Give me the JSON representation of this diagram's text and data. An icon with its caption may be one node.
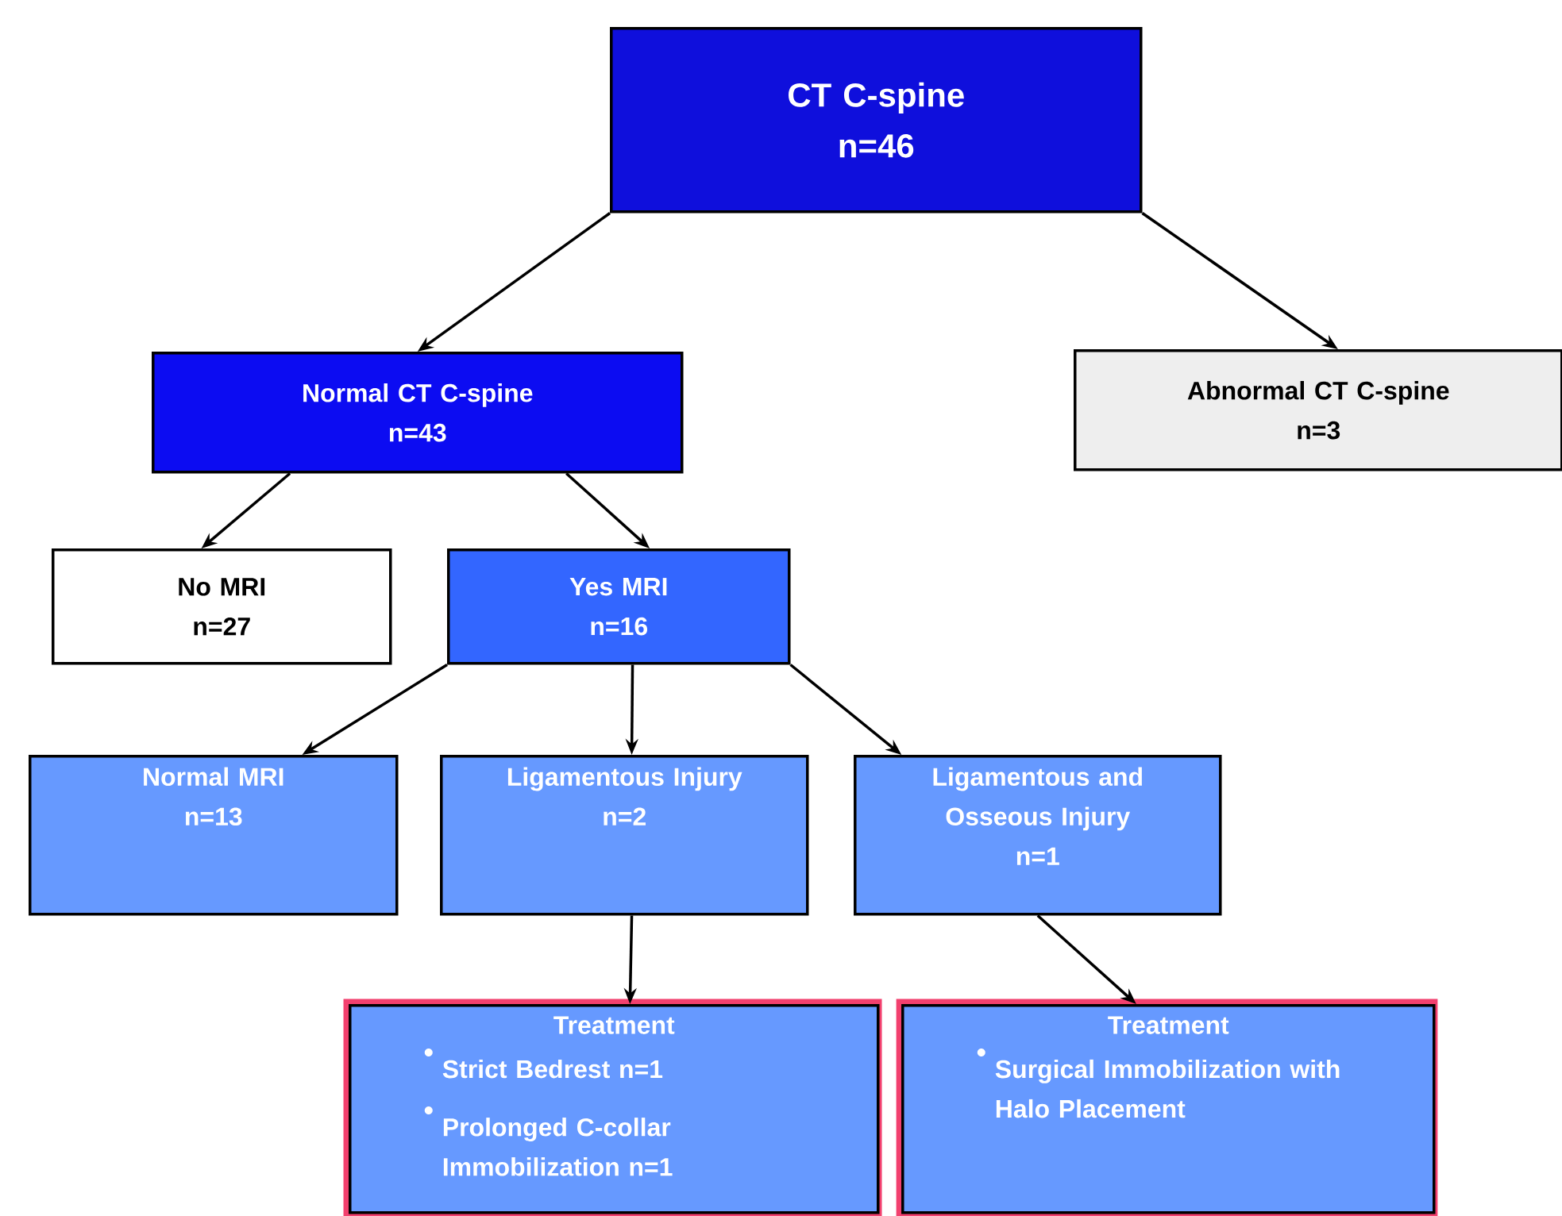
{
  "diagram": {
    "nodes": [
      {
        "text": [
          "CT C-spine",
          "n=46"
        ]
      },
      {
        "text": [
          "Normal CT C-spine",
          "n=43"
        ]
      },
      {
        "text": [
          "Abnormal CT C-spine",
          "n=3"
        ]
      },
      {
        "text": [
          "No MRI",
          "n=27"
        ]
      },
      {
        "text": [
          "Yes MRI",
          "n=16"
        ]
      },
      {
        "text": [
          "Normal MRI",
          "n=13"
        ]
      },
      {
        "text": [
          "Ligamentous Injury",
          "n=2"
        ]
      },
      {
        "text": [
          "Ligamentous and Osseous Injury",
          "n=1"
        ]
      },
      {
        "text": [
          "Treatment",
          "Strict Bedrest n=1",
          "Prolonged C-collar Immobilization n=1"
        ]
      },
      {
        "text": [
          "Treatment",
          "Surgical Immobilization with Halo Placement"
        ]
      }
    ],
    "edges": [
      {
        "from": 0,
        "to": 1,
        "arrow": "to"
      },
      {
        "from": 0,
        "to": 2,
        "arrow": "to"
      },
      {
        "from": 1,
        "to": 3,
        "arrow": "to"
      },
      {
        "from": 1,
        "to": 4,
        "arrow": "to"
      },
      {
        "from": 4,
        "to": 5,
        "arrow": "to"
      },
      {
        "from": 4,
        "to": 6,
        "arrow": "to"
      },
      {
        "from": 4,
        "to": 7,
        "arrow": "to"
      },
      {
        "from": 6,
        "to": 8,
        "arrow": "to"
      },
      {
        "from": 7,
        "to": 9,
        "arrow": "to"
      }
    ]
  }
}
